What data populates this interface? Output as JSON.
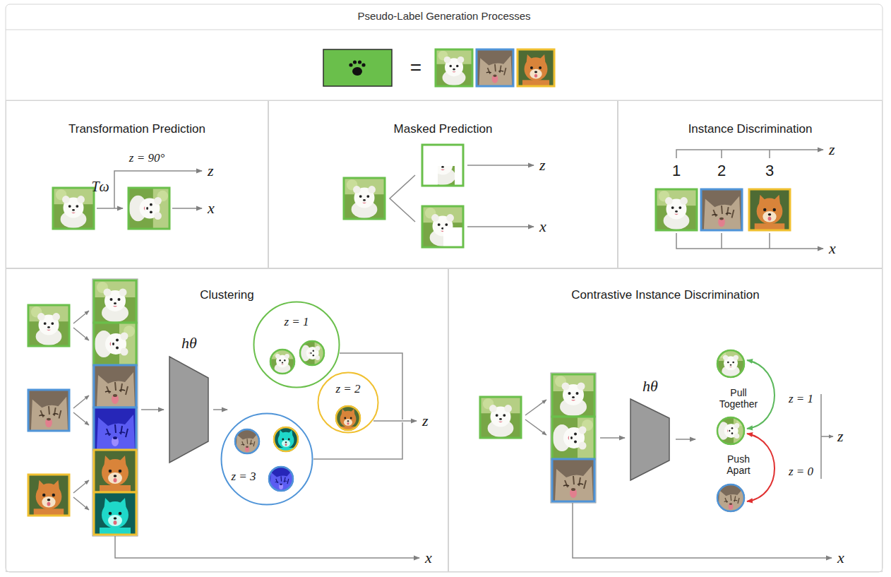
{
  "diagram": {
    "title": "Pseudo-Label Generation Processes",
    "nodes": [
      {
        "text": [
          "Transformation Prediction"
        ]
      },
      {
        "text": [
          "Masked Prediction"
        ]
      },
      {
        "text": [
          "Instance Discrimination"
        ]
      },
      {
        "text": [
          "Clustering"
        ]
      },
      {
        "text": [
          "hθ"
        ],
        "in": 3
      },
      {
        "text": [
          "z = 1"
        ],
        "in": 3
      },
      {
        "text": [
          "z = 2"
        ],
        "in": 3
      },
      {
        "text": [
          "z = 3"
        ],
        "in": 3
      },
      {
        "text": [
          "Contrastive Instance Discrimination"
        ]
      },
      {
        "text": [
          "hθ"
        ],
        "in": 8
      }
    ],
    "labels": [
      "=",
      "z = 90°",
      "Tω",
      "z",
      "x",
      "z",
      "x",
      "1",
      "2",
      "3",
      "z",
      "x",
      "z",
      "x",
      "Pull Together",
      "Push Apart",
      "z = 1",
      "z = 0",
      "z",
      "x"
    ]
  }
}
